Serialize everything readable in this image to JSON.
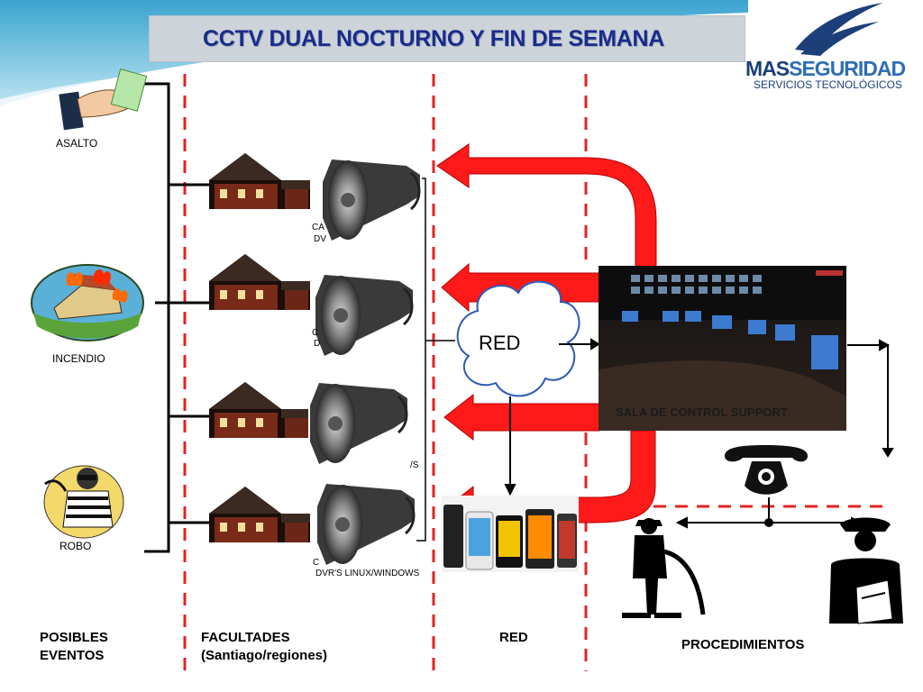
{
  "title": "CCTV DUAL NOCTURNO Y FIN DE SEMANA",
  "logo": {
    "brand_part1": "MAS",
    "brand_part2": "SEGURIDAD",
    "subtitle": "SERVICIOS TECNOLÓGICOS"
  },
  "events": {
    "asalto": "ASALTO",
    "incendio": "INCENDIO",
    "robo": "ROBO"
  },
  "facility_texts": [
    "CA",
    "DV",
    "C",
    "D",
    "/S",
    "C",
    "DVR'S LINUX/WINDOWS"
  ],
  "cloud_label": "RED",
  "control_room_label": "SALA DE CONTROL SUPPORT",
  "columns": {
    "posibles_eventos_line1": "POSIBLES",
    "posibles_eventos_line2": "EVENTOS",
    "facultades_line1": "FACULTADES",
    "facultades_line2": "(Santiago/regiones)",
    "red": "RED",
    "procedimientos": "PROCEDIMIENTOS"
  },
  "colors": {
    "accent_red": "#ff1a1a",
    "title_blue": "#1a2b8c",
    "brand_blue": "#1c3f7a",
    "divider_red": "#e52222"
  },
  "icons": [
    "bill-hand-icon",
    "house-fire-icon",
    "burglar-icon",
    "house-icon",
    "speaker-horn-icon",
    "cloud-icon",
    "control-room-photo",
    "phone-icon",
    "firefighter-icon",
    "police-officer-icon",
    "smartphones-icon",
    "swoosh-icon"
  ]
}
